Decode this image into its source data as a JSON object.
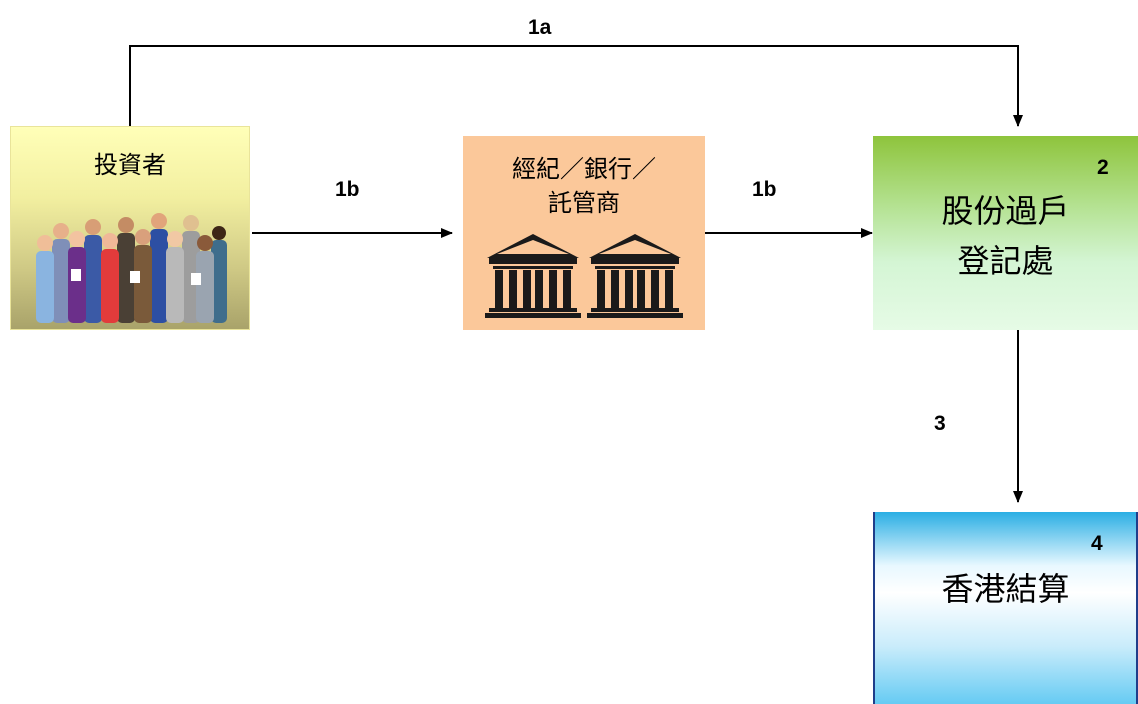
{
  "arrows": {
    "step_1a": "1a",
    "step_1b_left": "1b",
    "step_1b_right": "1b",
    "step_3": "3"
  },
  "nodes": {
    "investor": {
      "label": "投資者",
      "icon": "people-group-icon",
      "color": "#ffffb8"
    },
    "broker": {
      "line1": "經紀／銀行／",
      "line2": "託管商",
      "icon": "bank-building-icon",
      "color": "#fbc89a"
    },
    "registrar": {
      "number": "2",
      "line1": "股份過戶",
      "line2": "登記處",
      "color": "#8ec43c"
    },
    "hkscc": {
      "number": "4",
      "label": "香港結算",
      "color": "#2aaee4"
    }
  }
}
